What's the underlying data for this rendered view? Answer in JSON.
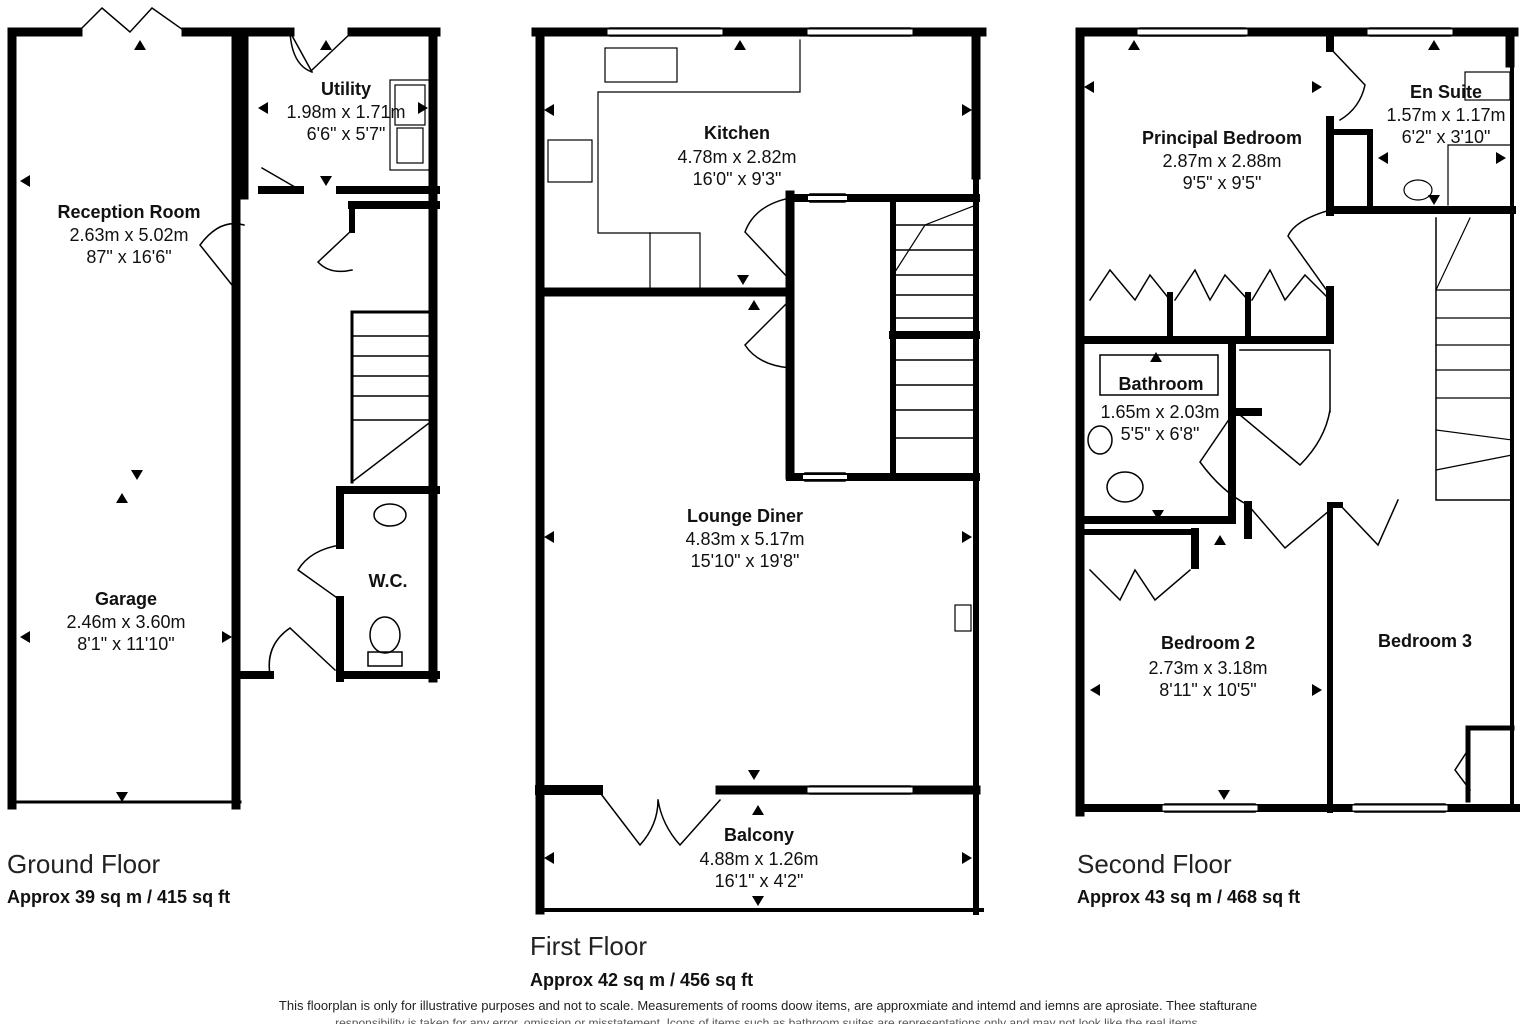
{
  "floors": [
    {
      "name": "Ground Floor",
      "area": "Approx 39 sq m / 415 sq ft"
    },
    {
      "name": "First Floor",
      "area": "Approx 42 sq m / 456 sq ft"
    },
    {
      "name": "Second Floor",
      "area": "Approx 43 sq m / 468 sq ft"
    }
  ],
  "rooms": {
    "utility": {
      "name": "Utility",
      "metric": "1.98m x 1.71m",
      "imperial": "6'6\" x 5'7\""
    },
    "reception": {
      "name": "Reception Room",
      "metric": "2.63m x 5.02m",
      "imperial": "87\" x 16'6\""
    },
    "garage": {
      "name": "Garage",
      "metric": "2.46m x 3.60m",
      "imperial": "8'1\" x 11'10\""
    },
    "wc": {
      "name": "W.C."
    },
    "kitchen": {
      "name": "Kitchen",
      "metric": "4.78m x 2.82m",
      "imperial": "16'0\" x 9'3\""
    },
    "lounge": {
      "name": "Lounge Diner",
      "metric": "4.83m x 5.17m",
      "imperial": "15'10\" x 19'8\""
    },
    "balcony": {
      "name": "Balcony",
      "metric": "4.88m x 1.26m",
      "imperial": "16'1\" x 4'2\""
    },
    "principal": {
      "name": "Principal Bedroom",
      "metric": "2.87m x 2.88m",
      "imperial": "9'5\" x 9'5\""
    },
    "ensuite": {
      "name": "En Suite",
      "metric": "1.57m x 1.17m",
      "imperial": "6'2\" x 3'10\""
    },
    "bathroom": {
      "name": "Bathroom",
      "metric": "1.65m x 2.03m",
      "imperial": "5'5\" x 6'8\""
    },
    "bedroom2": {
      "name": "Bedroom 2",
      "metric": "2.73m x 3.18m",
      "imperial": "8'11\" x 10'5\""
    },
    "bedroom3": {
      "name": "Bedroom 3"
    }
  },
  "disclaimer": "This floorplan is only for illustrative purposes and not to scale. Measurements of rooms doow items, are approxmiate and intemd and iemns are aprosiate. Thee stafturane",
  "disclaimer_line2": "responsibility is taken for any error, omission or misstatement. Icons of items such as bathroom suites are representations only and may not look like the real items."
}
